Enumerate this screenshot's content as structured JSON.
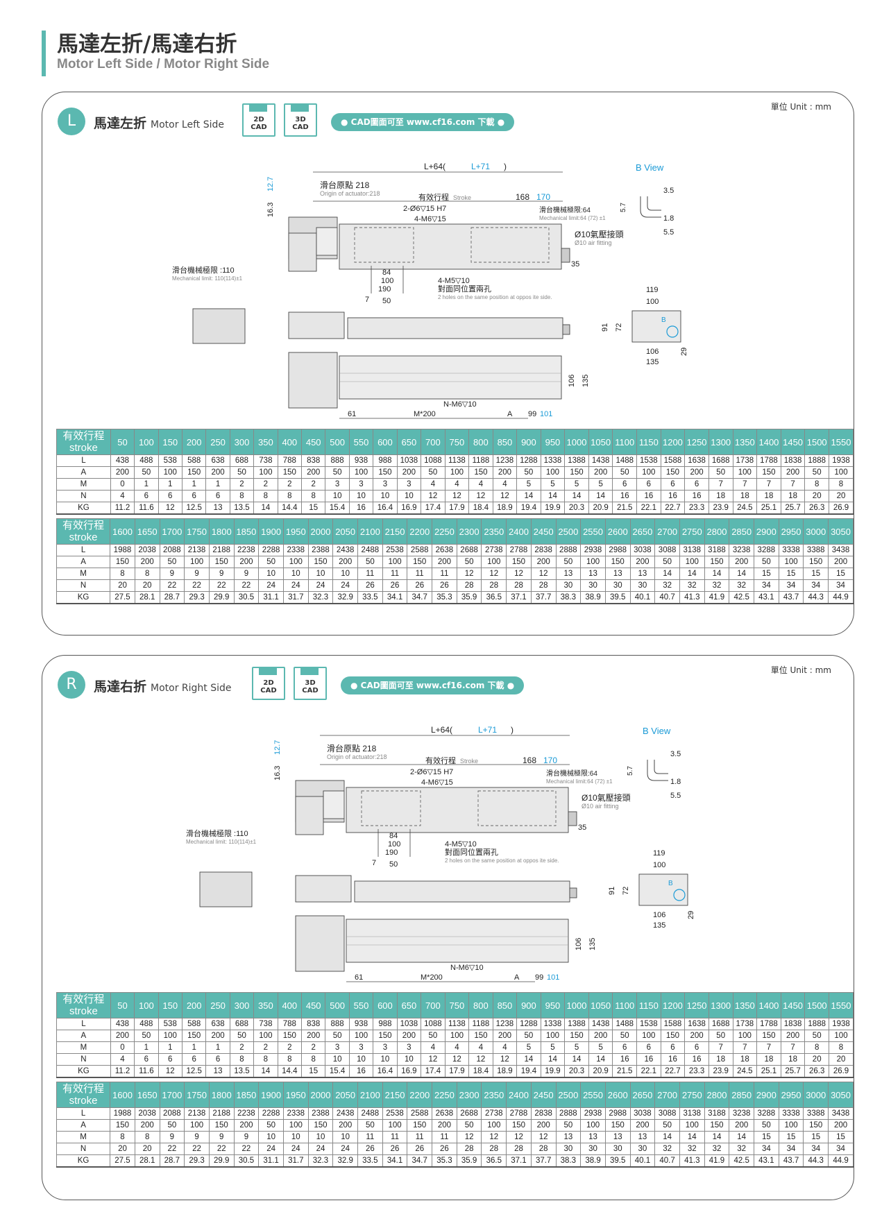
{
  "header": {
    "title": "馬達左折/馬達右折",
    "subtitle": "Motor Left Side / Motor Right Side"
  },
  "sections": [
    {
      "badge": "L",
      "title_cn": "馬達左折",
      "title_en": "Motor Left Side",
      "unit": "單位 Unit : mm"
    },
    {
      "badge": "R",
      "title_cn": "馬達右折",
      "title_en": "Motor Right Side",
      "unit": "單位 Unit : mm"
    }
  ],
  "cad": {
    "c2d_l1": "2D",
    "c2d_l2": "CAD",
    "c3d_l1": "3D",
    "c3d_l2": "CAD",
    "link": "● CAD圖面可至 www.cf16.com 下載 ●"
  },
  "drawing": {
    "len": "L+64(",
    "len_alt": "L+71",
    ")": ")",
    "origin_cn": "滑台原點 218",
    "origin_en": "Origin of actuator:218",
    "stroke_cn": "有效行程",
    "stroke_en": "Stroke",
    "dim168": "168",
    "dim170": "170",
    "mech_cn": "滑台機械極限:64",
    "mech_alt": "72",
    "pm": "±1",
    "mech_en": "Mechanical limit:64 (72) ±1",
    "hole1": "2-Ø6▽15 H7",
    "hole2": "4-M6▽15",
    "dim16_3": "16.3",
    "dim12_7": "12.7",
    "air_cn": "Ø10氣壓接頭",
    "air_en": "Ø10 air fitting",
    "dim35": "35",
    "dim84": "84",
    "dim100": "100",
    "dim190": "190",
    "dim7": "7",
    "dim50": "50",
    "mech2_cn": "滑台機械極限 :110",
    "mech2_alt": "114",
    "mech2_en": "Mechanical limit: 110(114)±1",
    "m5_1": "4-M5▽10",
    "m5_cn": "對面同位置兩孔",
    "m5_en": "2 holes on the same position at oppos ite side.",
    "bview": "B View",
    "b35": "3.5",
    "b57": "5.7",
    "b18": "1.8",
    "b55": "5.5",
    "s119": "119",
    "s100": "100",
    "s91": "91",
    "s72": "72",
    "s106": "106",
    "s135": "135",
    "s29": "29",
    "sB": "B",
    "d106": "106",
    "d135": "135",
    "d61": "61",
    "dm200": "M*200",
    "dnm6": "N-M6▽10",
    "da": "A",
    "d99": "99",
    "d101": "101"
  },
  "table": {
    "head_cn": "有效行程",
    "head_en": "stroke",
    "rows": [
      "L",
      "A",
      "M",
      "N",
      "KG"
    ],
    "block1": {
      "stroke": [
        "50",
        "100",
        "150",
        "200",
        "250",
        "300",
        "350",
        "400",
        "450",
        "500",
        "550",
        "600",
        "650",
        "700",
        "750",
        "800",
        "850",
        "900",
        "950",
        "1000",
        "1050",
        "1100",
        "1150",
        "1200",
        "1250",
        "1300",
        "1350",
        "1400",
        "1450",
        "1500",
        "1550"
      ],
      "L": [
        "438",
        "488",
        "538",
        "588",
        "638",
        "688",
        "738",
        "788",
        "838",
        "888",
        "938",
        "988",
        "1038",
        "1088",
        "1138",
        "1188",
        "1238",
        "1288",
        "1338",
        "1388",
        "1438",
        "1488",
        "1538",
        "1588",
        "1638",
        "1688",
        "1738",
        "1788",
        "1838",
        "1888",
        "1938"
      ],
      "A": [
        "200",
        "50",
        "100",
        "150",
        "200",
        "50",
        "100",
        "150",
        "200",
        "50",
        "100",
        "150",
        "200",
        "50",
        "100",
        "150",
        "200",
        "50",
        "100",
        "150",
        "200",
        "50",
        "100",
        "150",
        "200",
        "50",
        "100",
        "150",
        "200",
        "50",
        "100"
      ],
      "M": [
        "0",
        "1",
        "1",
        "1",
        "1",
        "2",
        "2",
        "2",
        "2",
        "3",
        "3",
        "3",
        "3",
        "4",
        "4",
        "4",
        "4",
        "5",
        "5",
        "5",
        "5",
        "6",
        "6",
        "6",
        "6",
        "7",
        "7",
        "7",
        "7",
        "8",
        "8"
      ],
      "N": [
        "4",
        "6",
        "6",
        "6",
        "6",
        "8",
        "8",
        "8",
        "8",
        "10",
        "10",
        "10",
        "10",
        "12",
        "12",
        "12",
        "12",
        "14",
        "14",
        "14",
        "14",
        "16",
        "16",
        "16",
        "16",
        "18",
        "18",
        "18",
        "18",
        "20",
        "20"
      ],
      "KG": [
        "11.2",
        "11.6",
        "12",
        "12.5",
        "13",
        "13.5",
        "14",
        "14.4",
        "15",
        "15.4",
        "16",
        "16.4",
        "16.9",
        "17.4",
        "17.9",
        "18.4",
        "18.9",
        "19.4",
        "19.9",
        "20.3",
        "20.9",
        "21.5",
        "22.1",
        "22.7",
        "23.3",
        "23.9",
        "24.5",
        "25.1",
        "25.7",
        "26.3",
        "26.9"
      ]
    },
    "block2": {
      "stroke": [
        "1600",
        "1650",
        "1700",
        "1750",
        "1800",
        "1850",
        "1900",
        "1950",
        "2000",
        "2050",
        "2100",
        "2150",
        "2200",
        "2250",
        "2300",
        "2350",
        "2400",
        "2450",
        "2500",
        "2550",
        "2600",
        "2650",
        "2700",
        "2750",
        "2800",
        "2850",
        "2900",
        "2950",
        "3000",
        "3050"
      ],
      "L": [
        "1988",
        "2038",
        "2088",
        "2138",
        "2188",
        "2238",
        "2288",
        "2338",
        "2388",
        "2438",
        "2488",
        "2538",
        "2588",
        "2638",
        "2688",
        "2738",
        "2788",
        "2838",
        "2888",
        "2938",
        "2988",
        "3038",
        "3088",
        "3138",
        "3188",
        "3238",
        "3288",
        "3338",
        "3388",
        "3438"
      ],
      "A": [
        "150",
        "200",
        "50",
        "100",
        "150",
        "200",
        "50",
        "100",
        "150",
        "200",
        "50",
        "100",
        "150",
        "200",
        "50",
        "100",
        "150",
        "200",
        "50",
        "100",
        "150",
        "200",
        "50",
        "100",
        "150",
        "200",
        "50",
        "100",
        "150",
        "200"
      ],
      "M": [
        "8",
        "8",
        "9",
        "9",
        "9",
        "9",
        "10",
        "10",
        "10",
        "10",
        "11",
        "11",
        "11",
        "11",
        "12",
        "12",
        "12",
        "12",
        "13",
        "13",
        "13",
        "13",
        "14",
        "14",
        "14",
        "14",
        "15",
        "15",
        "15",
        "15"
      ],
      "N": [
        "20",
        "20",
        "22",
        "22",
        "22",
        "22",
        "24",
        "24",
        "24",
        "24",
        "26",
        "26",
        "26",
        "26",
        "28",
        "28",
        "28",
        "28",
        "30",
        "30",
        "30",
        "30",
        "32",
        "32",
        "32",
        "32",
        "34",
        "34",
        "34",
        "34"
      ],
      "KG": [
        "27.5",
        "28.1",
        "28.7",
        "29.3",
        "29.9",
        "30.5",
        "31.1",
        "31.7",
        "32.3",
        "32.9",
        "33.5",
        "34.1",
        "34.7",
        "35.3",
        "35.9",
        "36.5",
        "37.1",
        "37.7",
        "38.3",
        "38.9",
        "39.5",
        "40.1",
        "40.7",
        "41.3",
        "41.9",
        "42.5",
        "43.1",
        "43.7",
        "44.3",
        "44.9"
      ]
    }
  },
  "colors": {
    "accent": "#5bb8b0",
    "blue": "#1a9ad6"
  }
}
